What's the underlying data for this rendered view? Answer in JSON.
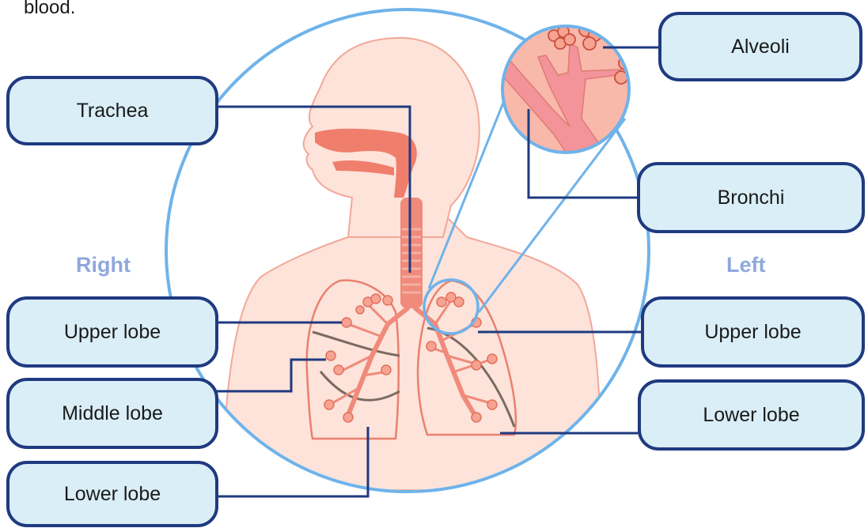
{
  "caption": "blood.",
  "sides": {
    "right": "Right",
    "left": "Left"
  },
  "labels": {
    "trachea": "Trachea",
    "alveoli": "Alveoli",
    "bronchi": "Bronchi",
    "right_upper": "Upper lobe",
    "right_middle": "Middle lobe",
    "right_lower": "Lower lobe",
    "left_upper": "Upper lobe",
    "left_lower": "Lower lobe"
  },
  "colors": {
    "box_fill": "#d9eef7",
    "box_border": "#1f3a80",
    "leader_line": "#1f3a80",
    "circle_outline": "#6fb3ea",
    "skin": "#fde3da",
    "tissue": "#f08a7a",
    "side_text": "#8fa8dc"
  }
}
